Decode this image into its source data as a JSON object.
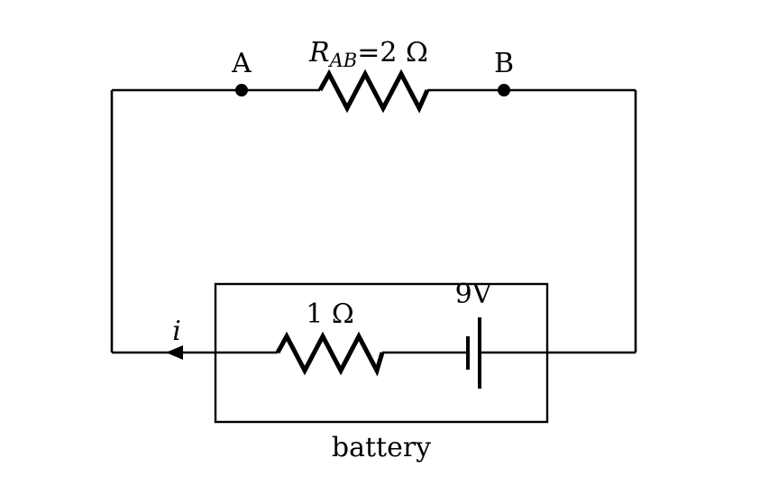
{
  "nodes": {
    "a": "A",
    "b": "B"
  },
  "resistor_ab": {
    "symbol": "R",
    "subscript": "AB",
    "equals": "=",
    "value": "2 Ω"
  },
  "internal_resistor": {
    "value": "1 Ω"
  },
  "source": {
    "voltage": "9V"
  },
  "current": {
    "symbol": "i"
  },
  "battery_box": {
    "label": "battery"
  }
}
